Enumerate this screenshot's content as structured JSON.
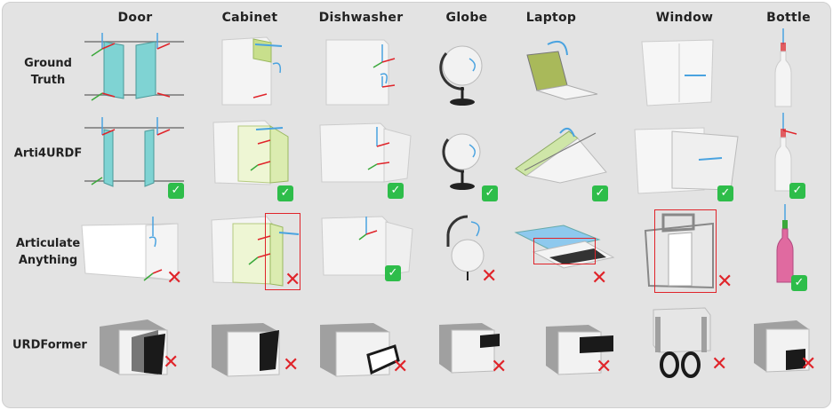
{
  "columns": [
    {
      "key": "door",
      "label": "Door"
    },
    {
      "key": "cabinet",
      "label": "Cabinet"
    },
    {
      "key": "dishwasher",
      "label": "Dishwasher"
    },
    {
      "key": "globe",
      "label": "Globe"
    },
    {
      "key": "laptop",
      "label": "Laptop"
    },
    {
      "key": "window",
      "label": "Window"
    },
    {
      "key": "bottle",
      "label": "Bottle"
    }
  ],
  "rows": [
    {
      "key": "gt",
      "label_lines": [
        "Ground",
        "Truth"
      ]
    },
    {
      "key": "arti4urdf",
      "label_lines": [
        "Arti4URDF"
      ]
    },
    {
      "key": "articulate",
      "label_lines": [
        "Articulate",
        "Anything"
      ]
    },
    {
      "key": "urdformer",
      "label_lines": [
        "URDFormer"
      ]
    }
  ],
  "results": {
    "gt": [
      "none",
      "none",
      "none",
      "none",
      "none",
      "none",
      "none"
    ],
    "arti4urdf": [
      "check",
      "check",
      "check",
      "check",
      "check",
      "check",
      "check"
    ],
    "articulate": [
      "cross",
      "cross",
      "check",
      "cross",
      "cross",
      "cross",
      "check"
    ],
    "urdformer": [
      "cross",
      "cross",
      "cross",
      "cross",
      "cross",
      "cross",
      "cross"
    ]
  },
  "colors": {
    "check": "#2ebd4a",
    "cross": "#e0242a",
    "door_glass": "#7fd3d3",
    "axis_blue": "#4aa3e0",
    "axis_red": "#e0242a",
    "axis_green": "#3aa83a",
    "bottle_pink": "#e06aa0"
  },
  "symbols": {
    "check": "✓",
    "cross": "✕"
  }
}
